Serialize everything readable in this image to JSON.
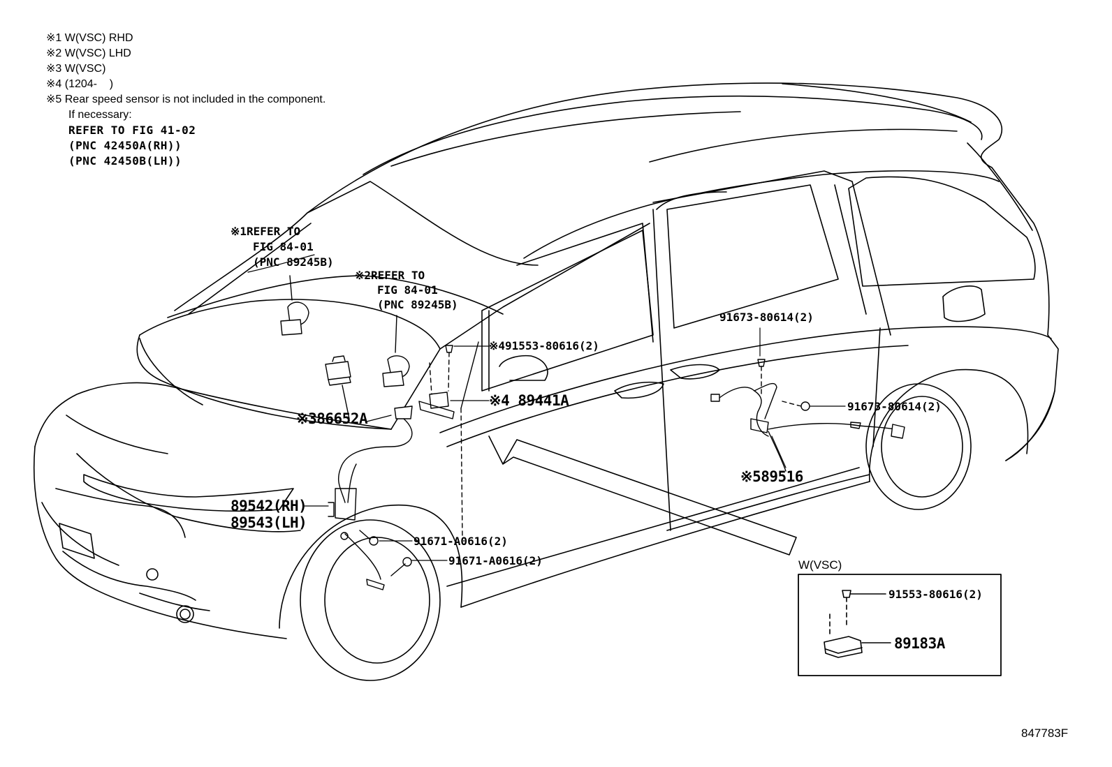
{
  "notes": {
    "n1": "※1 W(VSC) RHD",
    "n2": "※2 W(VSC) LHD",
    "n3": "※3 W(VSC)",
    "n4": "※4 (1204-    )",
    "n5": "※5 Rear speed sensor is not included in the component.",
    "if_necessary": "If necessary:",
    "refer": "REFER TO FIG 41-02",
    "pnc_rh": "(PNC 42450A(RH))",
    "pnc_lh": "(PNC 42450B(LH))"
  },
  "callouts": {
    "ref1_line1": "※1REFER TO",
    "ref1_line2": "FIG 84-01",
    "ref1_line3": "(PNC 89245B)",
    "ref2_line1": "※2REFER TO",
    "ref2_line2": "FIG 84-01",
    "ref2_line3": "(PNC 89245B)",
    "p86652a": "※386652A",
    "p91553_top": "※491553-80616(2)",
    "p89441a": "※4 89441A",
    "p91673_top": "91673-80614(2)",
    "p91673_right": "91673-80614(2)",
    "p89516": "※589516",
    "p89542": "89542(RH)",
    "p89543": "89543(LH)",
    "p91671_a": "91671-A0616(2)",
    "p91671_b": "91671-A0616(2)"
  },
  "inset": {
    "title": "W(VSC)",
    "bolt": "91553-80616(2)",
    "part": "89183A"
  },
  "figure_id": "847783F"
}
